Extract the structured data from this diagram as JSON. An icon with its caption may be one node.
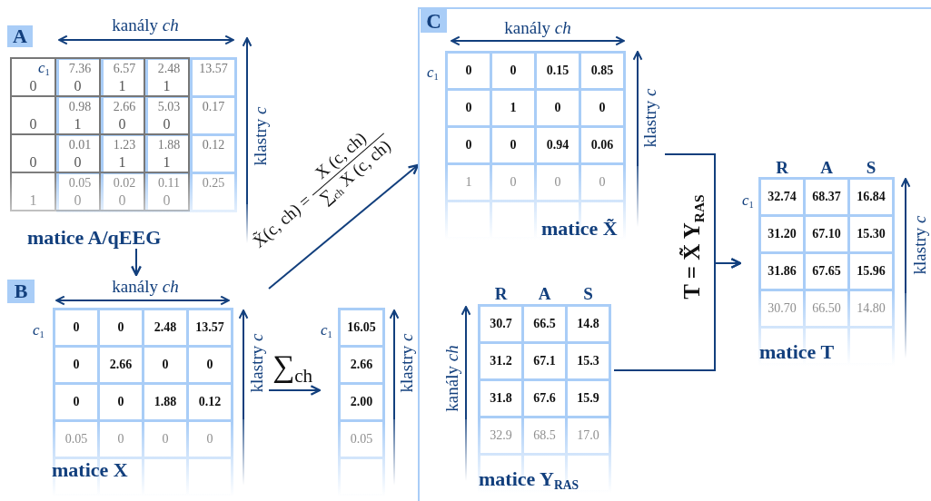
{
  "diagram": {
    "nodes": [
      {
        "text": [
          "kanály *ch*",
          "klastry *c*",
          "*c*$_{1}$",
          "matice A/qEEG",
          "7.36",
          "6.57",
          "2.48",
          "13.57",
          "0.98",
          "2.66",
          "5.03",
          "0.17",
          "0.01",
          "1.23",
          "1.88",
          "0.12",
          "0.05",
          "0.02",
          "0.11",
          "0.25"
        ]
      },
      {
        "text": [
          "0",
          "0",
          "1",
          "1",
          "0",
          "1",
          "0",
          "0",
          "0",
          "0",
          "1",
          "1",
          "1",
          "0",
          "0",
          "0"
        ]
      },
      {
        "text": [
          "kanály *ch*",
          "klastry *c*",
          "*c*$_{1}$",
          "matice X",
          "0",
          "0",
          "2.48",
          "13.57",
          "0",
          "2.66",
          "0",
          "0",
          "0",
          "0",
          "1.88",
          "0.12",
          "0.05",
          "0",
          "0",
          "0"
        ]
      },
      {
        "text": [
          "klastry *c*",
          "*c*$_{1}$",
          "16.05",
          "2.66",
          "2.00",
          "0.05"
        ]
      },
      {
        "text": [
          "C"
        ]
      },
      {
        "text": [
          "kanály *ch*",
          "klastry *c*",
          "*c*$_{1}$",
          "matice X̃",
          "0",
          "0",
          "0.15",
          "0.85",
          "0",
          "1",
          "0",
          "0",
          "0",
          "0",
          "0.94",
          "0.06",
          "1",
          "0",
          "0",
          "0"
        ],
        "in": 4
      },
      {
        "text": [
          "kanály *ch*",
          "matice Y$_{RAS}$",
          "R",
          "A",
          "S",
          "30.7",
          "66.5",
          "14.8",
          "31.2",
          "67.1",
          "15.3",
          "31.8",
          "67.6",
          "15.9",
          "32.9",
          "68.5",
          "17.0"
        ],
        "in": 4
      },
      {
        "text": [
          "klastry *c*",
          "*c*$_{1}$",
          "matice T",
          "R",
          "A",
          "S",
          "32.74",
          "68.37",
          "16.84",
          "31.20",
          "67.10",
          "15.30",
          "31.86",
          "67.65",
          "15.96",
          "30.70",
          "66.50",
          "14.80"
        ],
        "in": 4
      }
    ],
    "edges": [
      {
        "from": 0,
        "to": 2,
        "arrow": "to"
      },
      {
        "from": 2,
        "to": 3,
        "arrow": "to",
        "label": "∑$_{ch}$"
      },
      {
        "from": 2,
        "to": 4,
        "arrow": "to"
      },
      {
        "from": 5,
        "to": 7,
        "arrow": "to",
        "label": "T = X̃ Y$_{RAS}$"
      },
      {
        "from": 6,
        "to": 7,
        "arrow": "to"
      }
    ],
    "labels": [
      "A",
      "B",
      "X̃(c, ch) =",
      "X (c, ch)",
      "∑$_{ch}$ X (c, ch)"
    ]
  }
}
